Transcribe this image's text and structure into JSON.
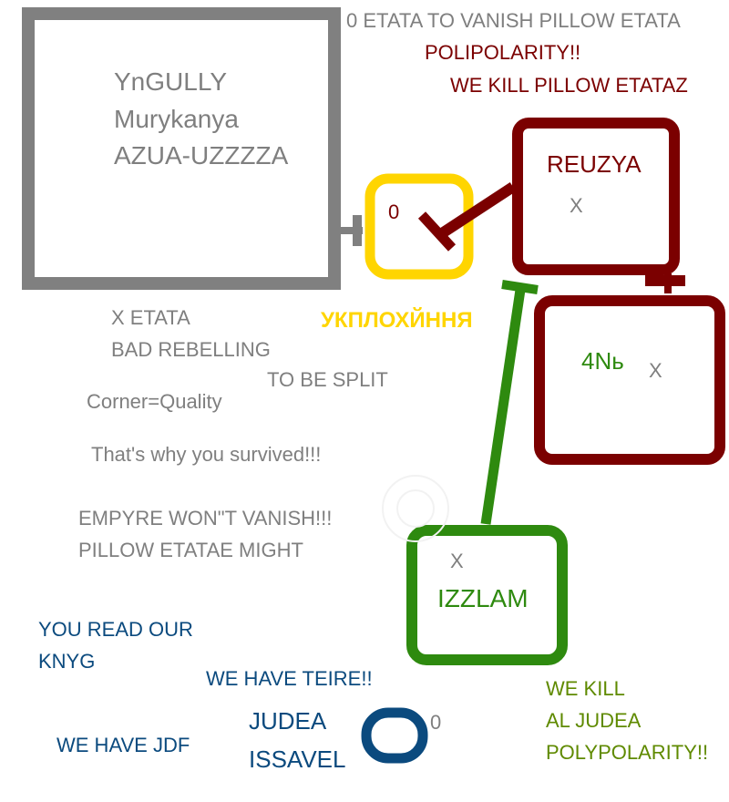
{
  "colors": {
    "gray": "#808080",
    "maroon": "#7b0000",
    "yellow": "#ffd500",
    "green": "#2e8a0f",
    "olive": "#5f8a00",
    "blue": "#0b4a7e"
  },
  "boxes": {
    "gray_box": {
      "lines": [
        "YnGULLY",
        "Murykanya",
        "AZUA-UZZZZA"
      ]
    },
    "yellow_box": {
      "value": "0"
    },
    "reuzya_box": {
      "title": "REUZYA",
      "mark": "X"
    },
    "fourn_box": {
      "title": "4Nь",
      "mark": "X"
    },
    "izzlam_box": {
      "title": "IZZLAM",
      "mark": "X"
    },
    "judea_ring": {
      "mark": "0"
    }
  },
  "labels": {
    "top_line": "0 ETATA TO VANISH PILLOW ETATA",
    "polipolarity": "POLIPOLARITY!!",
    "we_kill_pillow": "WE KILL PILLOW ETATAZ",
    "yellow_label": "УКПЛОХЙННЯ",
    "x_etata": "X ETATA",
    "bad_rebelling": "BAD REBELLING",
    "to_be_split": "TO BE SPLIT",
    "corner_quality": "Corner=Quality",
    "survived": "That's why you survived!!!",
    "empyre": "EMPYRE WON\"T VANISH!!!",
    "pillow_might": "PILLOW ETATAE MIGHT",
    "you_read_1": "YOU READ OUR",
    "you_read_2": "KNYG",
    "we_have_teire": "WE HAVE TEIRE!!",
    "judea": "JUDEA",
    "issavel": "ISSAVEL",
    "we_have_jdf": "WE HAVE JDF",
    "we_kill_1": "WE KILL",
    "we_kill_2": "AL JUDEA",
    "we_kill_3": "POLYPOLARITY!!"
  }
}
